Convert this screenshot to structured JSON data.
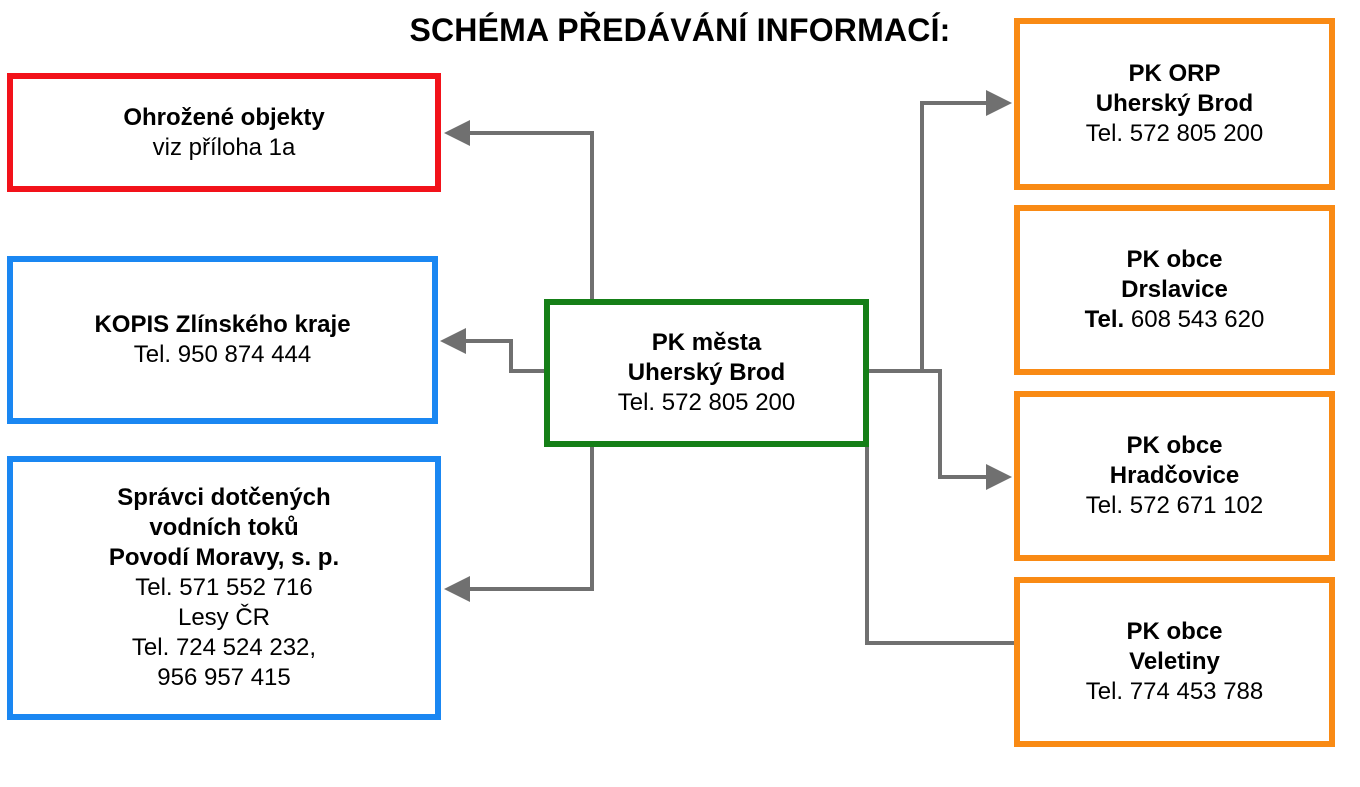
{
  "title": "SCHÉMA PŘEDÁVÁNÍ INFORMACÍ:",
  "colors": {
    "red": "#f2121a",
    "blue": "#1a87f2",
    "green": "#157f17",
    "orange": "#f98a14",
    "connector": "#707070"
  },
  "nodes": {
    "ohrozene": {
      "name": "Ohrožené objekty",
      "detail": "viz příloha 1a"
    },
    "kopis": {
      "name": "KOPIS Zlínského kraje",
      "phone": "Tel. 950 874 444"
    },
    "spravci": {
      "line1": "Správci dotčených",
      "line2": "vodních toků",
      "line3": "Povodí Moravy, s. p.",
      "line4": "Tel. 571 552 716",
      "line5": "Lesy ČR",
      "line6": "Tel. 724 524 232,",
      "line7": "956 957 415"
    },
    "center": {
      "line1": "PK města",
      "line2": "Uherský Brod",
      "phone": "Tel. 572 805 200"
    },
    "orp": {
      "line1": "PK ORP",
      "line2": "Uherský Brod",
      "phone": "Tel. 572 805 200"
    },
    "drslavice": {
      "line1": "PK obce",
      "line2": "Drslavice",
      "tel_label": "Tel.",
      "tel_number": "608 543 620"
    },
    "hradcovice": {
      "line1": "PK obce",
      "line2": "Hradčovice",
      "phone": "Tel. 572 671 102"
    },
    "veletiny": {
      "line1": "PK obce",
      "line2": "Veletiny",
      "phone": "Tel. 774 453 788"
    }
  }
}
